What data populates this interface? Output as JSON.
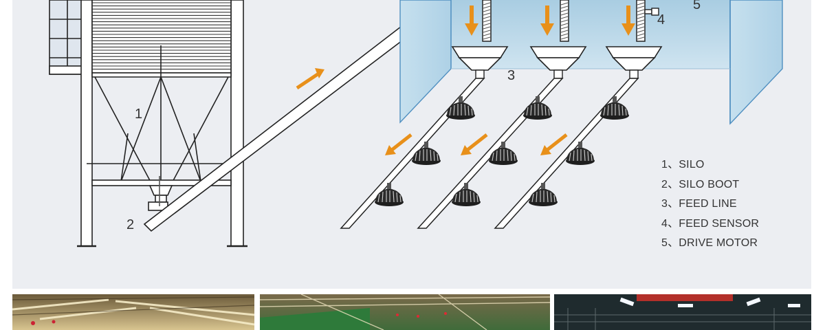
{
  "callouts": {
    "silo": "1",
    "silo_boot": "2",
    "feed_line": "3",
    "feed_sensor": "4",
    "drive_motor": "5"
  },
  "legend": [
    "1、SILO",
    "2、SILO BOOT",
    "3、FEED LINE",
    "4、FEED SENSOR",
    "5、DRIVE MOTOR"
  ],
  "colors": {
    "arrow": "#e8901a",
    "wall": "#b9d7e8",
    "wall_edge": "#4f8fc0",
    "line": "#222222",
    "pan": "#1e1e1e"
  },
  "photos": [
    {
      "name": "house-photo-1",
      "tone": "warm"
    },
    {
      "name": "house-photo-2",
      "tone": "green"
    },
    {
      "name": "house-photo-3",
      "tone": "dark"
    }
  ]
}
